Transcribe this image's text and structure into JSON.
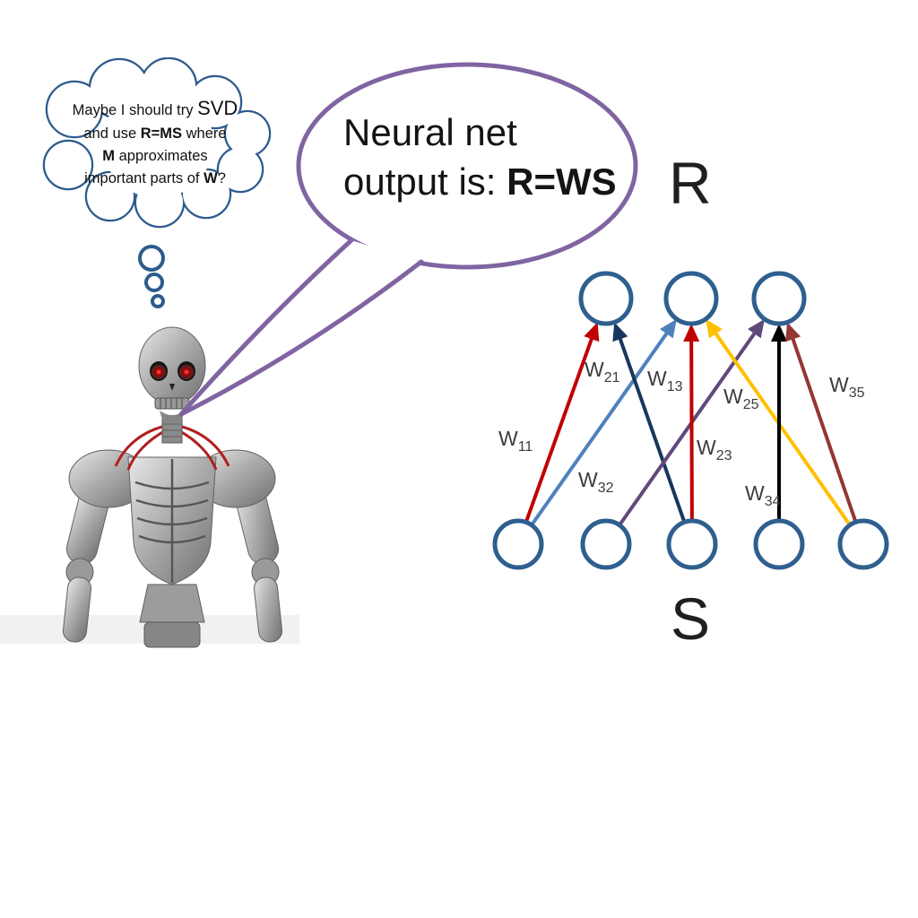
{
  "thought_cloud": {
    "outline_color": "#2d5b8d",
    "lines": [
      {
        "segments": [
          {
            "t": "Maybe I should try ",
            "b": false
          },
          {
            "t": "SVD",
            "b": false,
            "large": true
          }
        ]
      },
      {
        "segments": [
          {
            "t": "and use ",
            "b": false
          },
          {
            "t": "R=MS",
            "b": true
          },
          {
            "t": " where",
            "b": false
          }
        ]
      },
      {
        "segments": [
          {
            "t": "M",
            "b": true
          },
          {
            "t": " approximates",
            "b": false
          }
        ]
      },
      {
        "segments": [
          {
            "t": "important parts of ",
            "b": false
          },
          {
            "t": "W",
            "b": true
          },
          {
            "t": "?",
            "b": false
          }
        ]
      }
    ]
  },
  "speech_bubble": {
    "outline_color": "#8064a2",
    "lines": [
      {
        "segments": [
          {
            "t": "Neural net",
            "b": false
          }
        ]
      },
      {
        "segments": [
          {
            "t": "output is: ",
            "b": false
          },
          {
            "t": "R=WS",
            "b": true
          }
        ]
      }
    ]
  },
  "network": {
    "output_label": "R",
    "input_label": "S",
    "output_nodes": 3,
    "input_nodes": 5,
    "node_color": "#2e5f8f",
    "weights": [
      {
        "base": "W",
        "sub": "11",
        "from": "s1",
        "to": "r1",
        "color": "#c00000"
      },
      {
        "base": "W",
        "sub": "21",
        "from": "s1",
        "to": "r2",
        "color": "#4f81bd"
      },
      {
        "base": "W",
        "sub": "13",
        "from": "s3",
        "to": "r1",
        "color": "#17375e"
      },
      {
        "base": "W",
        "sub": "32",
        "from": "s2",
        "to": "r3",
        "color": "#5f497a"
      },
      {
        "base": "W",
        "sub": "23",
        "from": "s3",
        "to": "r2",
        "color": "#c00000"
      },
      {
        "base": "W",
        "sub": "25",
        "from": "s5",
        "to": "r2",
        "color": "#ffc000"
      },
      {
        "base": "W",
        "sub": "34",
        "from": "s4",
        "to": "r3",
        "color": "#000000"
      },
      {
        "base": "W",
        "sub": "35",
        "from": "s5",
        "to": "r3",
        "color": "#943634"
      }
    ]
  }
}
